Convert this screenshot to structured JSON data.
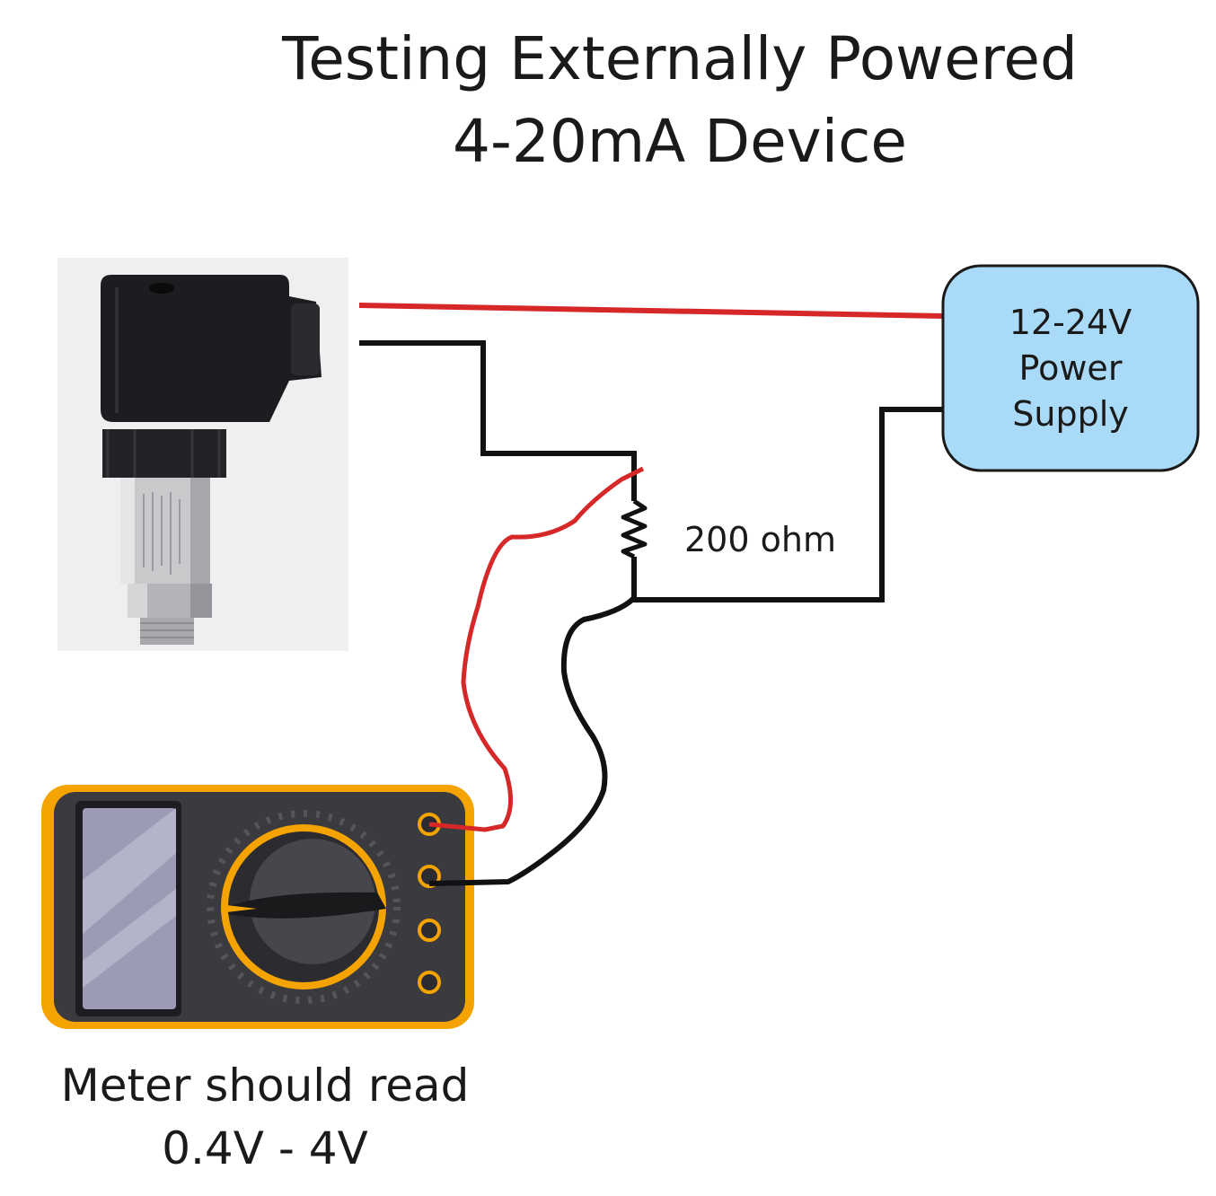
{
  "title": {
    "line1": "Testing Externally Powered",
    "line2": "4-20mA Device"
  },
  "power_supply": {
    "line1": "12-24V",
    "line2": "Power",
    "line3": "Supply",
    "fill_color": "#a9daf7",
    "border_color": "#1a1a1a"
  },
  "resistor": {
    "label": "200 ohm"
  },
  "meter_note": {
    "line1": "Meter should read",
    "line2": "0.4V - 4V"
  },
  "wires": {
    "positive_color": "#d62828",
    "negative_color": "#111111"
  },
  "multimeter": {
    "body_color": "#f5a300",
    "face_color": "#3a3a3f",
    "knob_ring_color": "#f5a300"
  },
  "transmitter": {
    "icon": "pressure-transmitter-icon"
  }
}
